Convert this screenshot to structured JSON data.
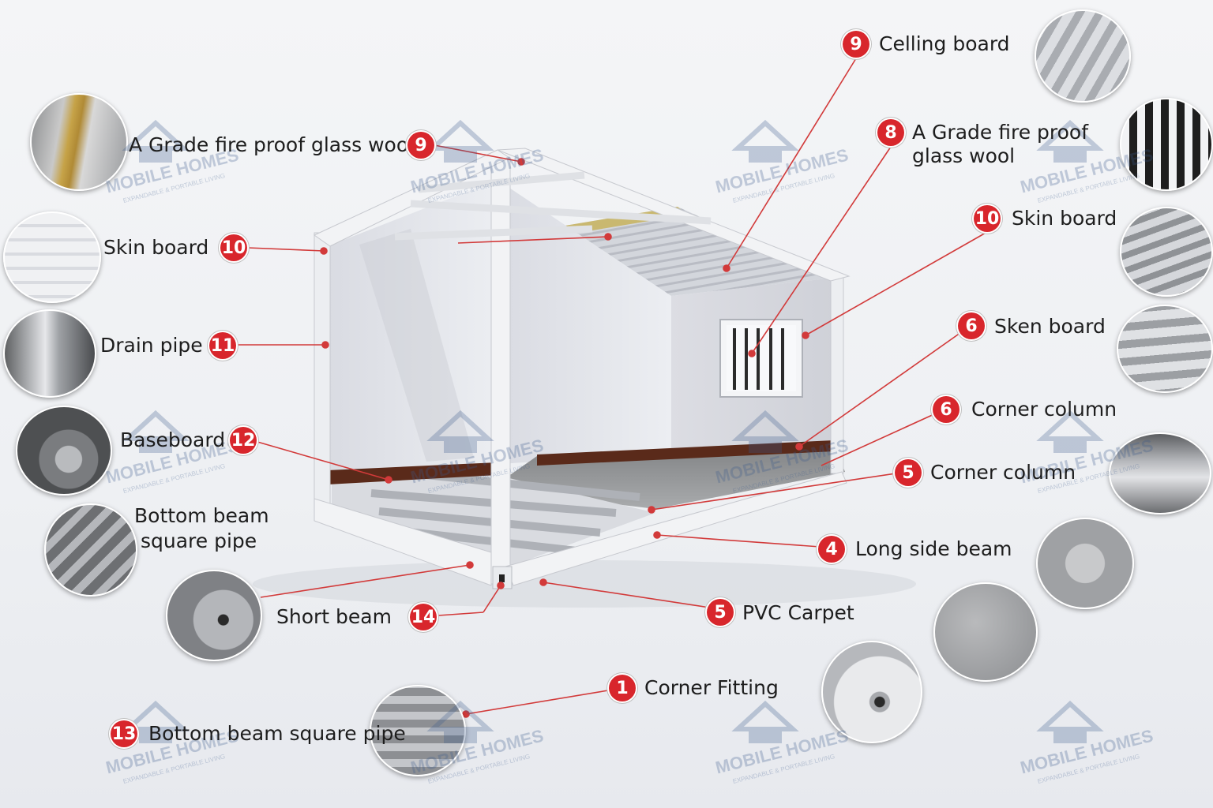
{
  "labels": {
    "l1": {
      "badge": "9",
      "text": "A Grade fire proof glass wool"
    },
    "l2": {
      "badge": "10",
      "text": "Skin board"
    },
    "l3": {
      "badge": "11",
      "text": "Drain pipe"
    },
    "l4": {
      "badge": "12",
      "text": "Baseboard"
    },
    "l5": {
      "text_line1": "Bottom beam",
      "text_line2": "square pipe"
    },
    "l6": {
      "badge": "14",
      "text": "Short beam"
    },
    "l7": {
      "badge": "13",
      "text": "Bottom beam square pipe"
    },
    "r1": {
      "badge": "9",
      "text": "Celling board"
    },
    "r2": {
      "badge": "8",
      "text_line1": "A Grade fire proof",
      "text_line2": "glass wool"
    },
    "r3": {
      "badge": "10",
      "text": "Skin board"
    },
    "r4": {
      "badge": "6",
      "text": "Sken board"
    },
    "r5": {
      "badge": "6",
      "text": "Corner column"
    },
    "r6": {
      "badge": "5",
      "text": "Corner column"
    },
    "r7": {
      "badge": "4",
      "text": "Long side beam"
    },
    "r8": {
      "badge": "5",
      "text": "PVC Carpet"
    },
    "r9": {
      "badge": "1",
      "text": "Corner Fitting"
    }
  },
  "watermark": {
    "brand": "MOBILE HOMES",
    "tagline": "EXPANDABLE & PORTABLE LIVING"
  },
  "colors": {
    "badge": "#d8262c",
    "leader": "#d23a3a",
    "frame": "#f2f3f5",
    "wall": "#e4e5ea"
  }
}
